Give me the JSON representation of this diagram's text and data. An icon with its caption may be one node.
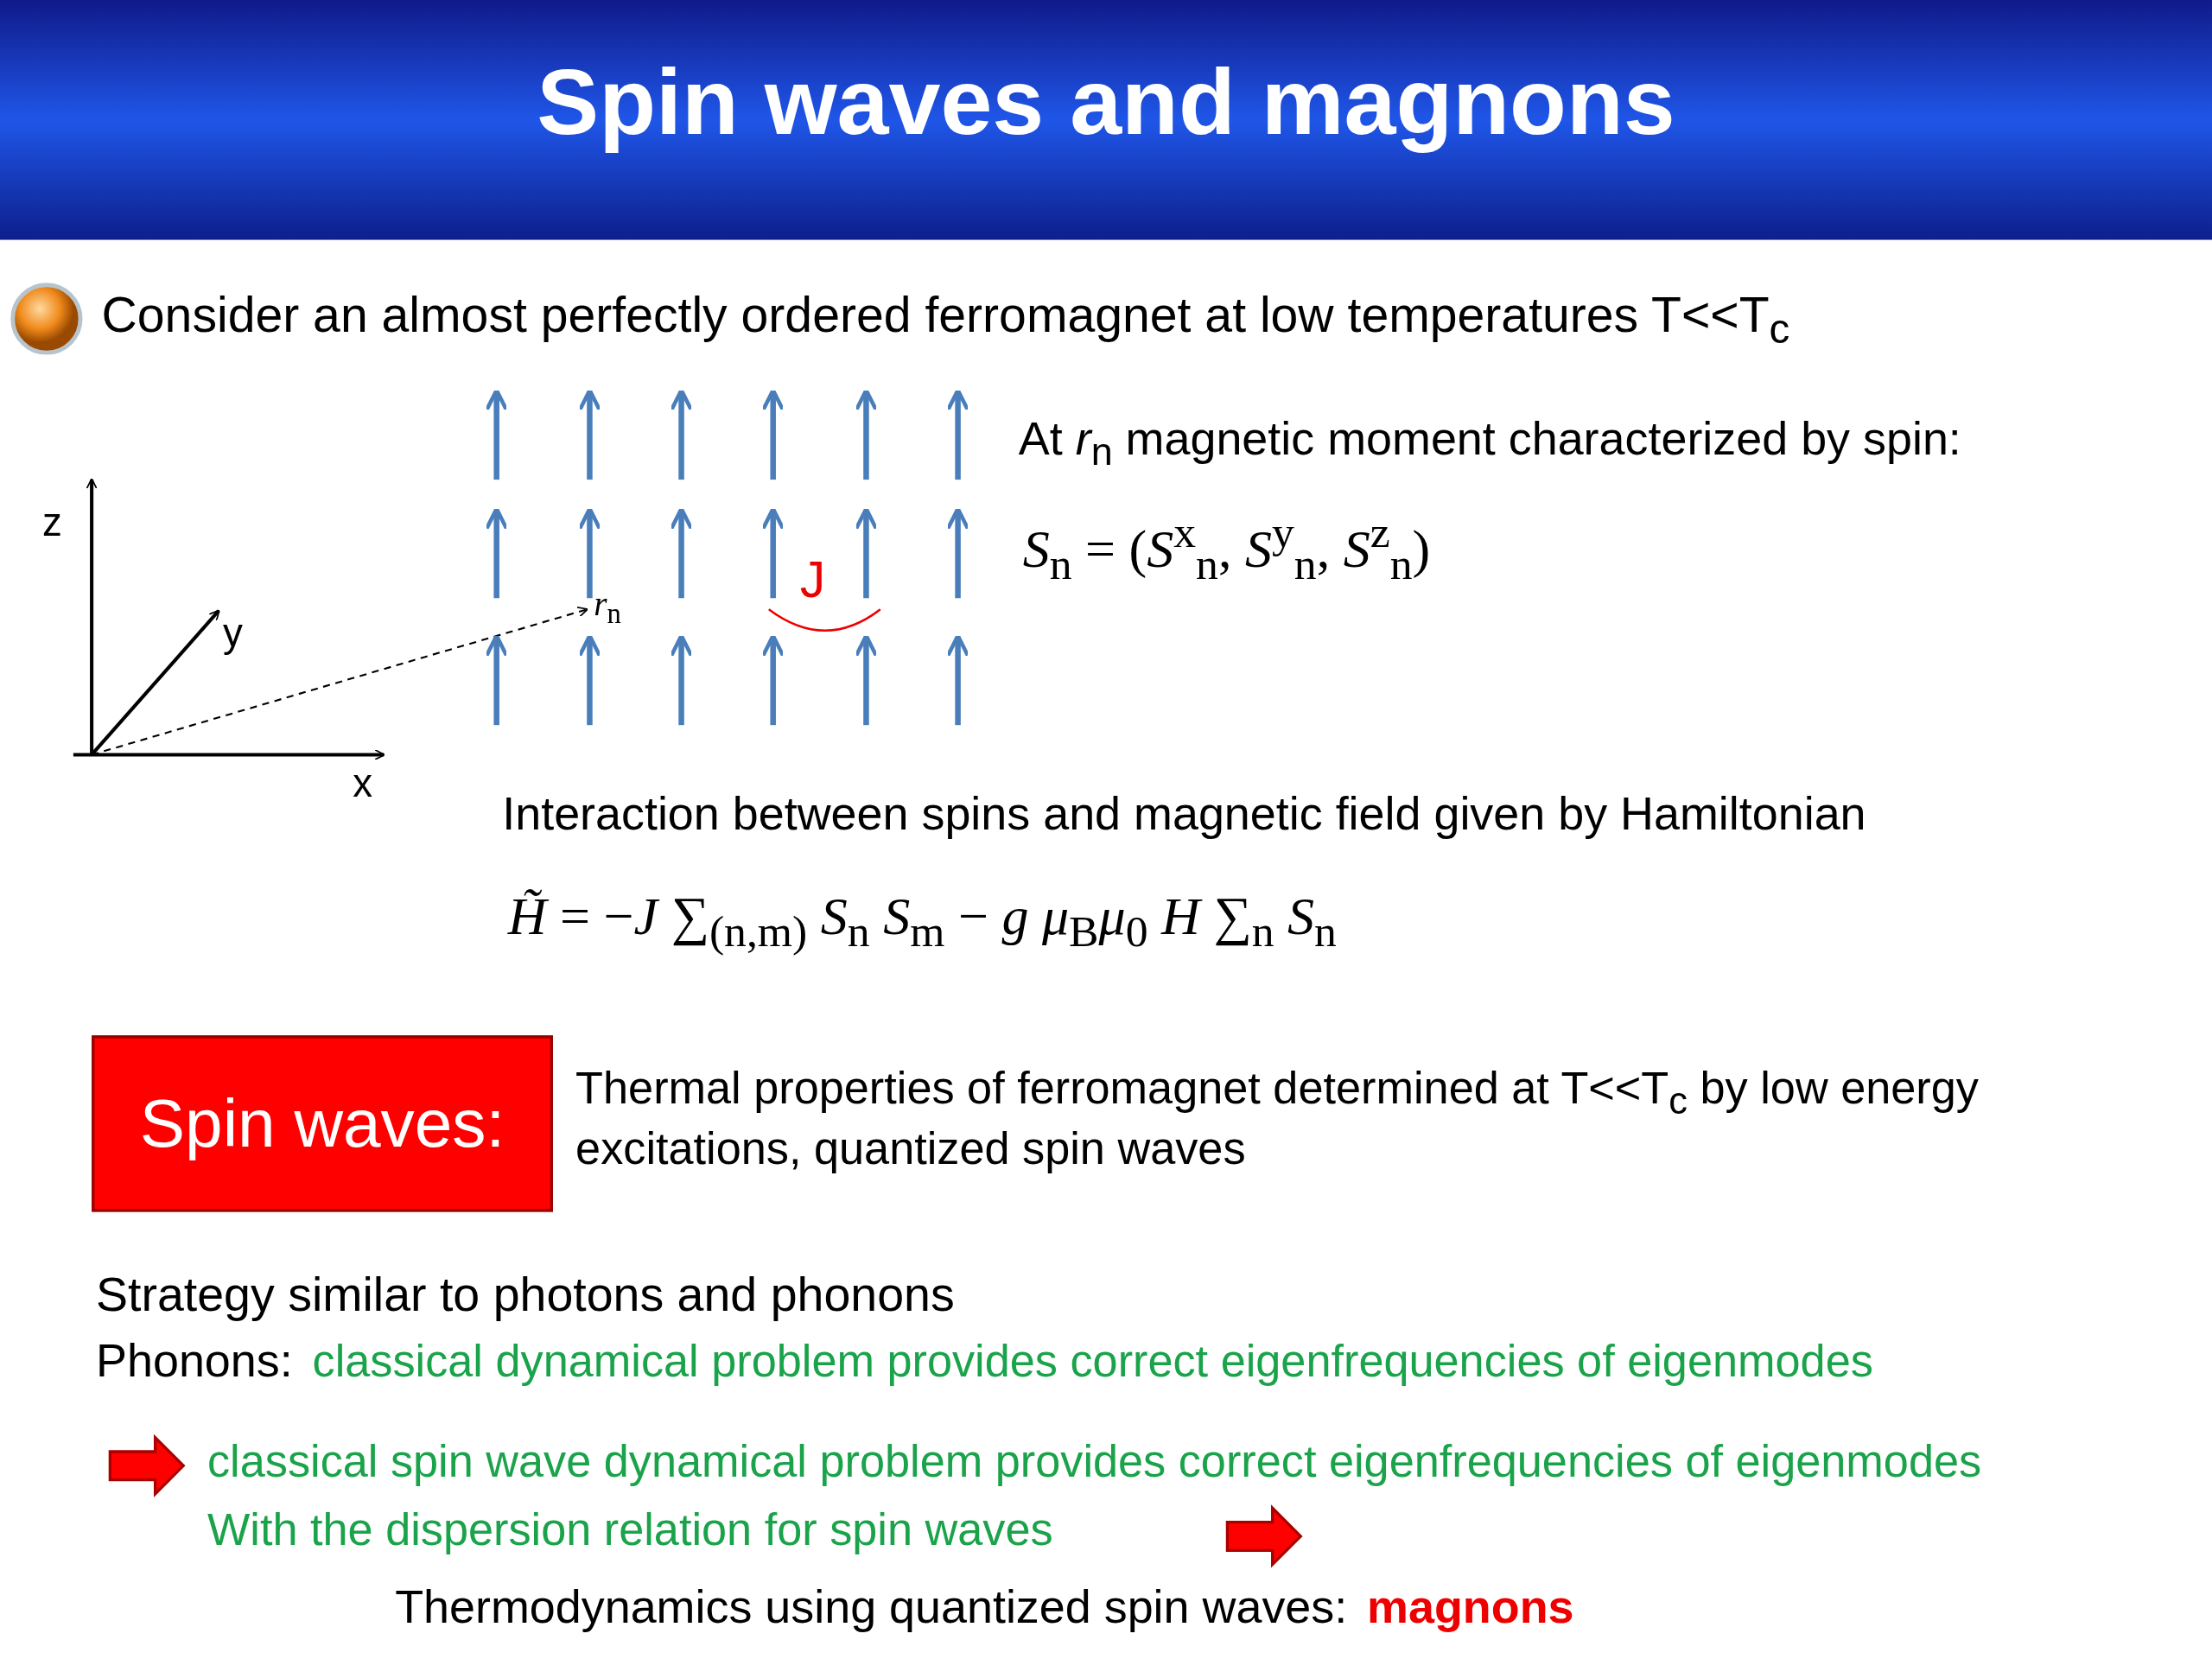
{
  "diagram": {
    "title": "Spin waves and magnons",
    "nodes": [
      {
        "text": [
          "Spin waves:"
        ]
      }
    ],
    "labels": [
      "Consider an almost perfectly ordered ferromagnet at low temperatures T<<T$_{c}$",
      "z",
      "y",
      "x",
      "*r*$_{n}$",
      "J",
      "At *r*$_{n}$ magnetic moment characterized by spin:",
      "*S*$_{n}$ = (*S*$^{x}$$_{n}$, *S*$^{y}$$_{n}$, *S*$^{z}$$_{n}$)",
      "Interaction between spins and magnetic field given by Hamiltonian",
      "*H̃* = −*J* ∑$_{(n,m)}$ *S*$_{n}$ *S*$_{m}$ − *g μ*$_{B}$*μ*$_{0}$ *H* ∑$_{n}$ *S*$_{n}$",
      "Thermal properties of ferromagnet determined at T<<T$_{c}$ by low energy excitations, quantized spin waves",
      "Strategy similar to photons and phonons",
      "Phonons:",
      "classical dynamical problem provides correct eigenfrequencies of eigenmodes",
      "classical spin wave dynamical problem provides correct eigenfrequencies of eigenmodes",
      "With the dispersion relation for spin waves",
      "Thermodynamics using quantized spin waves:",
      "magnons"
    ]
  }
}
